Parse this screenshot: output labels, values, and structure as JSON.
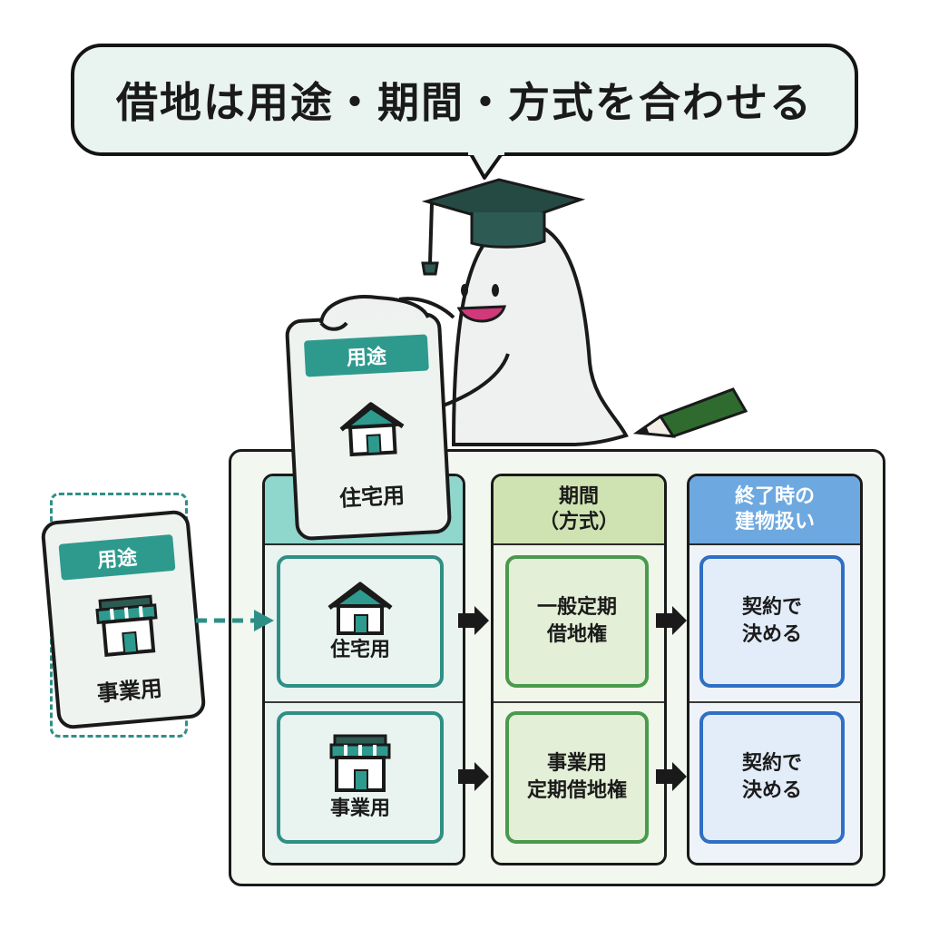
{
  "title": "借地は用途・期間・方式を合わせる",
  "columns": {
    "use": {
      "header": ""
    },
    "term": {
      "header_line1": "期間",
      "header_line2": "（方式）"
    },
    "end": {
      "header_line1": "終了時の",
      "header_line2": "建物扱い"
    }
  },
  "rows": [
    {
      "use": "住宅用",
      "term_line1": "一般定期",
      "term_line2": "借地権",
      "end_line1": "契約で",
      "end_line2": "決める"
    },
    {
      "use": "事業用",
      "term_line1": "事業用",
      "term_line2": "定期借地権",
      "end_line1": "契約で",
      "end_line2": "決める"
    }
  ],
  "held_card": {
    "tag": "用途",
    "label": "住宅用"
  },
  "side_card": {
    "tag": "用途",
    "label": "事業用"
  },
  "colors": {
    "use_accent": "#2e8f86",
    "term_accent": "#4a9a4e",
    "end_accent": "#2f6fc4",
    "use_header": "#8fd6cc",
    "term_header": "#cfe3b2",
    "end_header": "#6ea8e0"
  }
}
